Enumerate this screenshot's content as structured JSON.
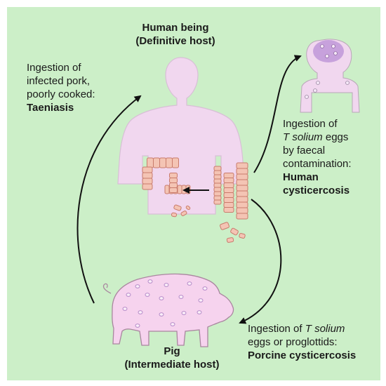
{
  "human_host": {
    "name": "Human being",
    "role": "(Definitive host)"
  },
  "pig_host": {
    "name": "Pig",
    "role": "(Intermediate host)"
  },
  "taeniasis": {
    "lines": [
      "Ingestion of",
      "infected pork,",
      "poorly cooked:"
    ],
    "term": "Taeniasis"
  },
  "human_cysticercosis": {
    "line1": "Ingestion of",
    "line2_italic": "T solium",
    "line2_rest": " eggs",
    "line3": "by faecal",
    "line4": "contamination:",
    "term_line1": "Human",
    "term_line2": "cysticercosis"
  },
  "porcine_cysticercosis": {
    "line1_prefix": "Ingestion of ",
    "line1_italic": "T solium",
    "line2": "eggs or proglottids:",
    "term": "Porcine cysticercosis"
  },
  "colors": {
    "background": "#ccefc8",
    "body_fill": "#f1d7ef",
    "body_stroke": "#b9a7b8",
    "tapeworm_fill": "#f4c4b4",
    "tapeworm_stroke": "#c97b6c",
    "brain_fill": "#c7a1dc",
    "pig_fill": "#f6d3ee",
    "pig_spot": "#b58cc9",
    "arrow": "#111111"
  }
}
